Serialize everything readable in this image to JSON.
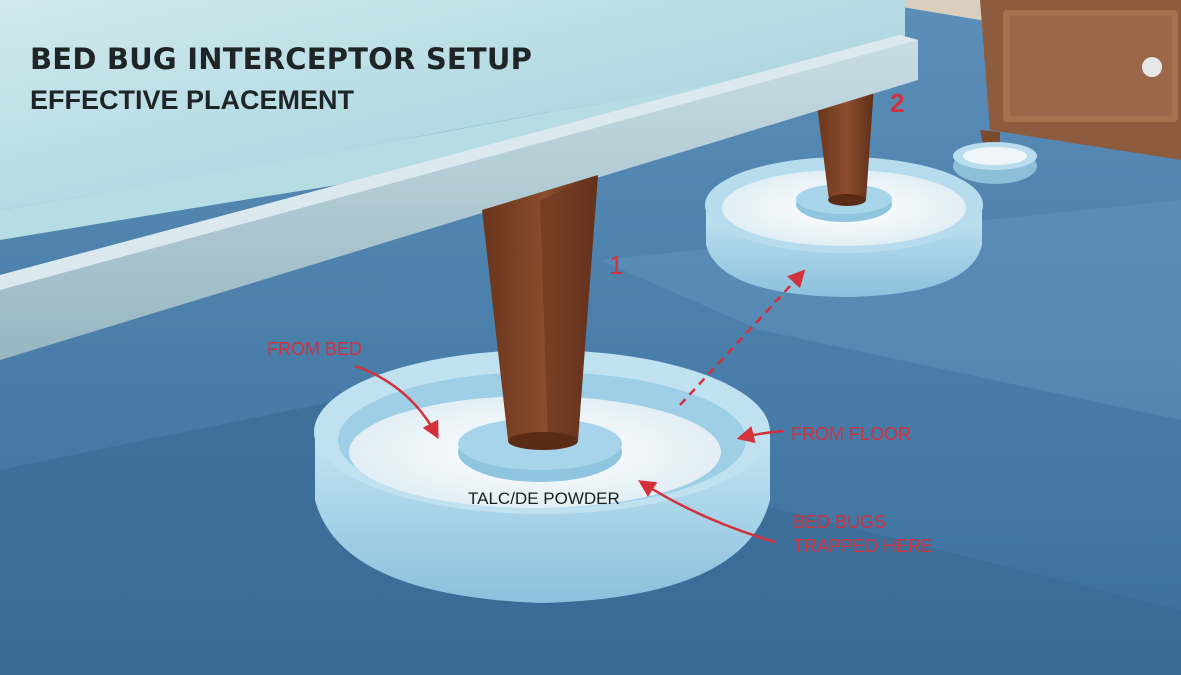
{
  "title": "BED BUG INTERCEPTOR SETUP",
  "subtitle": "EFFECTIVE PLACEMENT",
  "labels": {
    "leg_1": "1",
    "leg_2": "2",
    "from_bed": "FROM BED",
    "from_floor": "FROM FLOOR",
    "trapped_line1": "BED BUGS",
    "trapped_line2": "TRAPPED HERE",
    "powder": "TALC/DE POWDER"
  },
  "colors": {
    "annotation_red": "#d3313c",
    "floor_blue": "#3f77a3",
    "interceptor_blue": "#a9d4ea",
    "wood_leg": "#7b4327",
    "nightstand": "#9c6a4a",
    "title_text": "#1f2427"
  }
}
